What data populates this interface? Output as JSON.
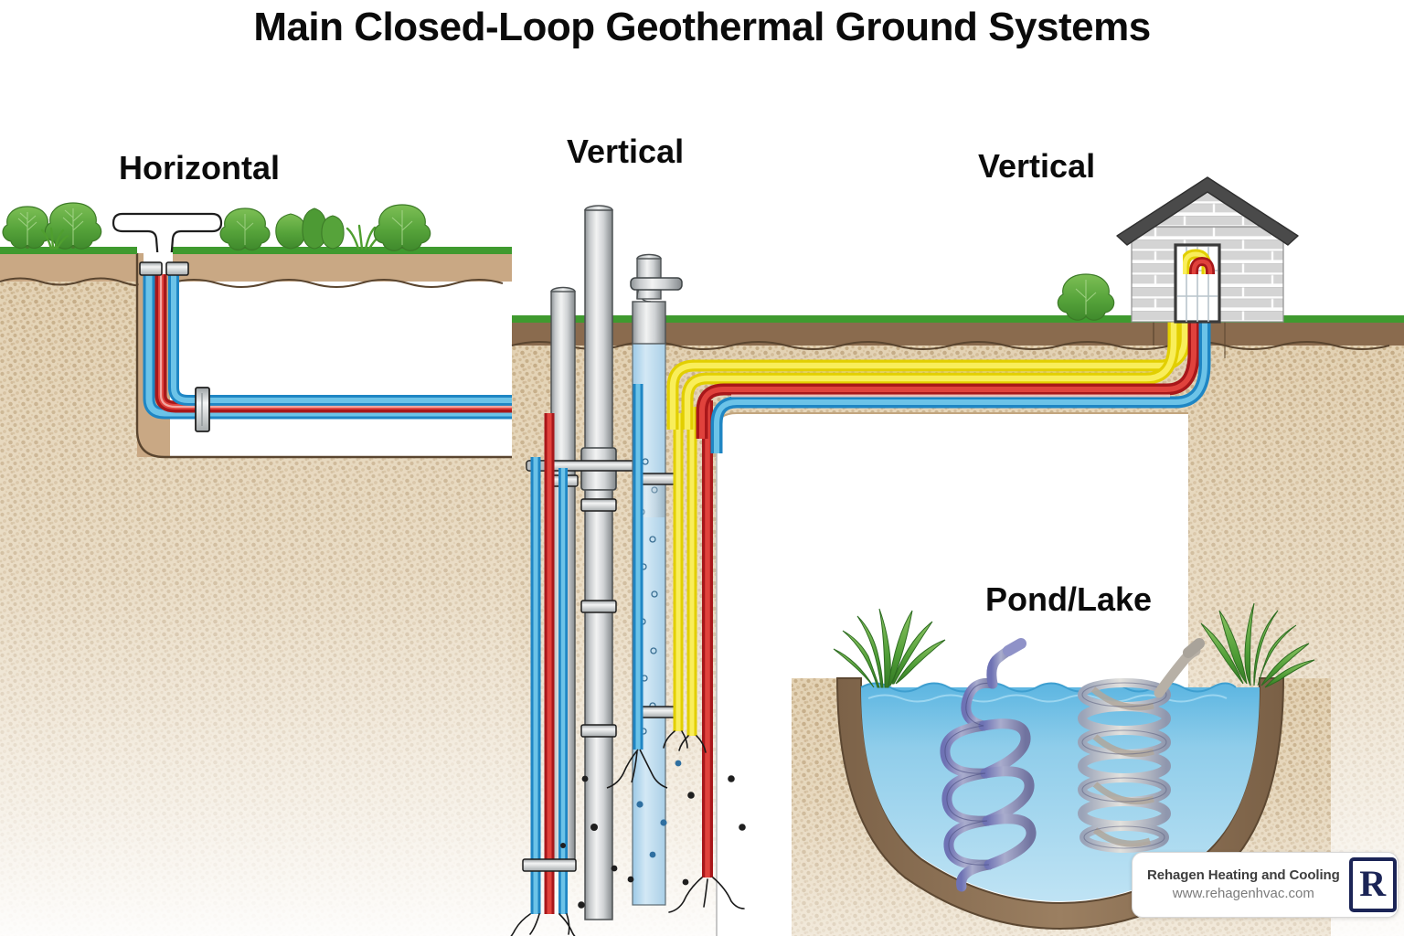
{
  "title": "Main Closed-Loop Geothermal Ground Systems",
  "labels": {
    "horizontal": "Horizontal",
    "vertical_left": "Vertical",
    "vertical_right": "Vertical",
    "pond_lake": "Pond/Lake"
  },
  "logo": {
    "company": "Rehagen Heating and Cooling",
    "website": "www.rehagenhvac.com",
    "monogram": "R"
  },
  "colors": {
    "grass": "#3f9a2f",
    "topsoil": "#c9a884",
    "topsoil_dark": "#8a6b4e",
    "subsoil": "#ddc9a8",
    "subsoil_speckle": "#b59a72",
    "pipe_blue": "#2d9ad6",
    "pipe_blue_light": "#7fc6e8",
    "pipe_red": "#c0201c",
    "pipe_red_light": "#f0a9a2",
    "pipe_yellow": "#f5e300",
    "steel": "#c9ccce",
    "steel_dark": "#8d9295",
    "water": "#8fcdea",
    "water_deep": "#6cbbe2",
    "coil_purple": "#8f92c8",
    "brick": "#d3d3d3",
    "roof": "#4a4a4a",
    "tree_green": "#5aa83e",
    "pond_bank": "#8a6f55",
    "ink": "#1a1a1a"
  },
  "scene": {
    "sections": [
      {
        "name": "horizontal-loop",
        "description": "Horizontal trench loop with header manifold"
      },
      {
        "name": "vertical-borehole",
        "description": "Vertical borehole loop with steel drill casings"
      },
      {
        "name": "house-vertical",
        "description": "House connected to vertical loop via supply lines"
      },
      {
        "name": "pond-loop",
        "description": "Pond/lake submerged slinky and spiral coils"
      }
    ]
  }
}
